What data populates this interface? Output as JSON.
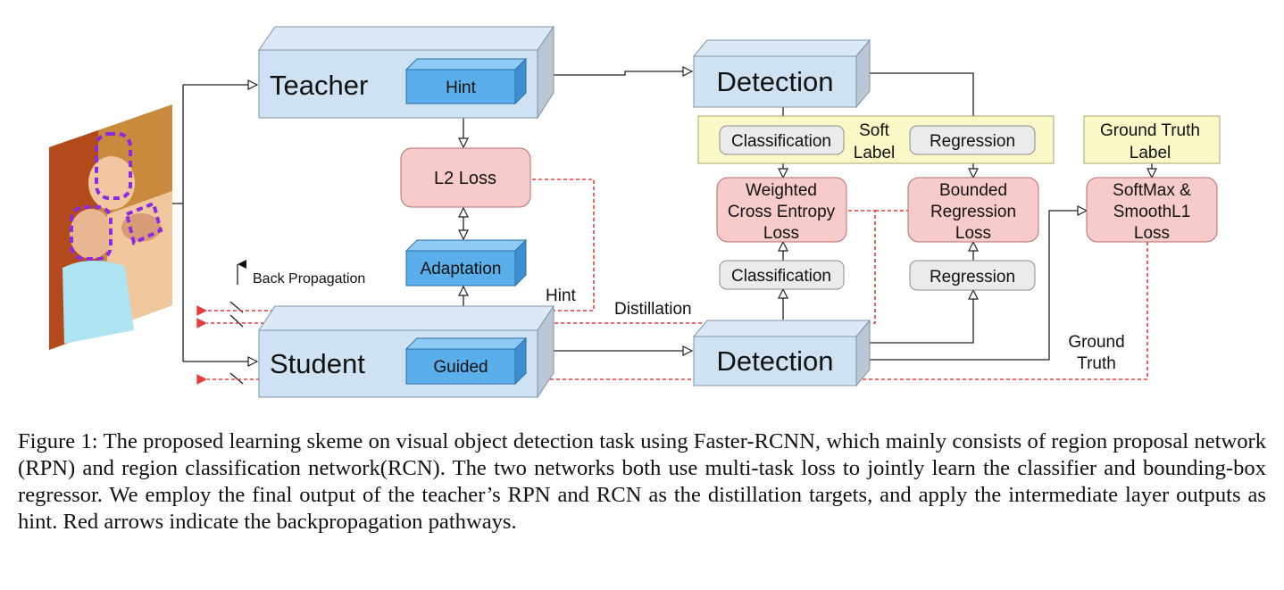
{
  "diagram": {
    "teacher": "Teacher",
    "student": "Student",
    "hint": "Hint",
    "guided": "Guided",
    "l2_loss": "L2 Loss",
    "adaptation": "Adaptation",
    "back_propagation": "Back Propagation",
    "hint_edge": "Hint",
    "distillation_edge": "Distillation",
    "detection_teacher": "Detection",
    "detection_student": "Detection",
    "soft_label": [
      "Soft",
      "Label"
    ],
    "classification_teacher": "Classification",
    "regression_teacher": "Regression",
    "weighted_ce_loss": [
      "Weighted",
      "Cross Entropy",
      "Loss"
    ],
    "bounded_reg_loss": [
      "Bounded",
      "Regression",
      "Loss"
    ],
    "classification_student": "Classification",
    "regression_student": "Regression",
    "ground_truth_label": [
      "Ground Truth",
      "Label"
    ],
    "softmax_loss": [
      "SoftMax &",
      "SmoothL1",
      "Loss"
    ],
    "ground_truth_edge": [
      "Ground",
      "Truth"
    ]
  },
  "caption": {
    "label": "Figure 1:",
    "text": "The proposed learning skeme on visual object detection task using Faster-RCNN, which mainly consists of region proposal network (RPN) and region classification network(RCN). The two networks both use multi-task loss to jointly learn the classifier and bounding-box regressor. We employ the final output of the teacher’s RPN and RCN as the distillation targets, and apply the intermediate layer outputs as hint. Red arrows indicate the backpropagation pathways."
  },
  "colors": {
    "block_blue_face": "#cfe2f3",
    "block_blue_top": "#dbe9f6",
    "block_blue_side": "#b9c6d3",
    "inner_blue": "#5aaeea",
    "loss_pink": "#f8cbcb",
    "soft_label_yellow": "#fbf8c8",
    "grey_pill": "#ebebeb",
    "backprop_red": "#e63c3c",
    "photo_bbox_purple": "#8a2be2"
  }
}
